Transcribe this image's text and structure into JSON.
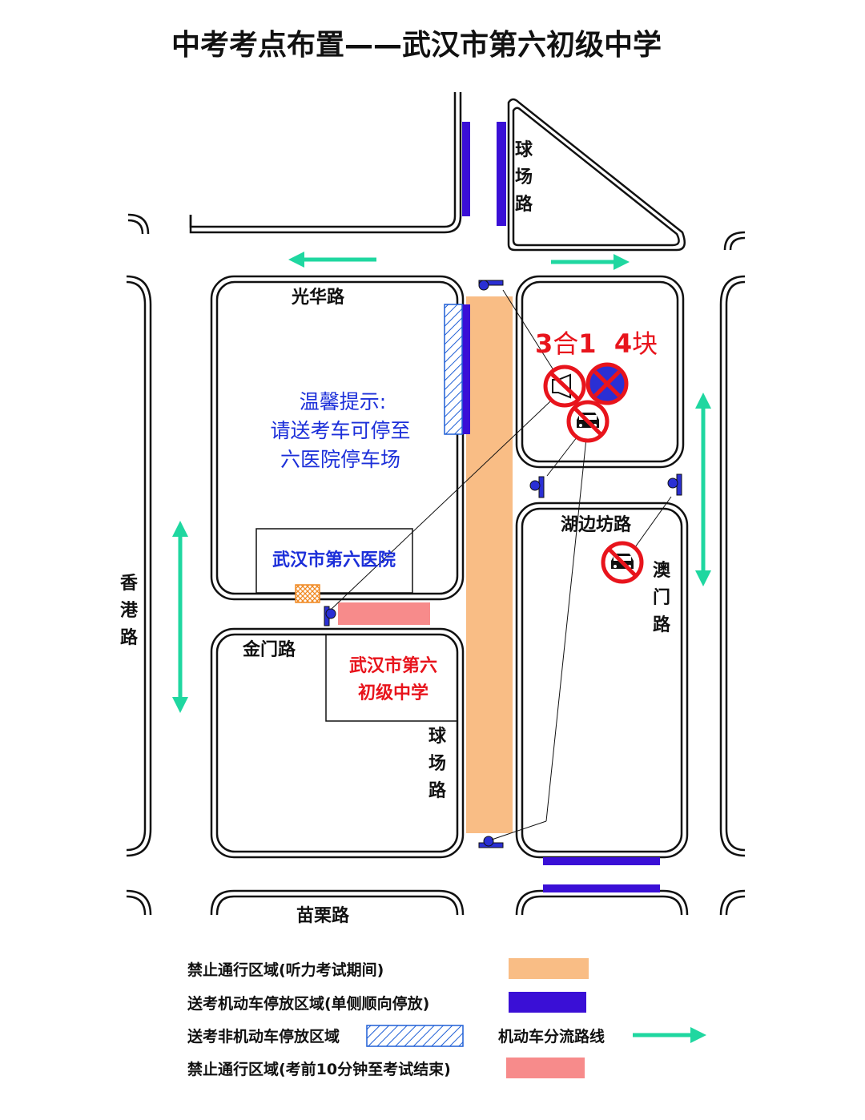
{
  "title": "中考考点布置——武汉市第六初级中学",
  "roads": {
    "qiuchang_north": "球场路",
    "qiuchang_south": "球场路",
    "guanghua": "光华路",
    "xianggang": "香港路",
    "hubianfang": "湖边坊路",
    "aomen": "澳门路",
    "jinmen": "金门路",
    "miaoli": "苗栗路"
  },
  "tip": {
    "line1": "温馨提示:",
    "line2": "请送考车可停至",
    "line3": "六医院停车场"
  },
  "hospital": "武汉市第六医院",
  "school": {
    "line1": "武汉市第六",
    "line2": "初级中学"
  },
  "signs": {
    "label_part1": "3",
    "label_part2": "合",
    "label_part3": "1  4",
    "label_part4": "块",
    "icons": [
      "no-honking-icon",
      "no-parking-icon",
      "no-motor-vehicles-icon",
      "no-motor-vehicles-icon"
    ]
  },
  "legend": {
    "items": [
      {
        "label": "禁止通行区域(听力考试期间)",
        "color": "#f9bd85",
        "kind": "fill"
      },
      {
        "label": "送考机动车停放区域(单侧顺向停放)",
        "color": "#3a0fd6",
        "kind": "fill"
      },
      {
        "label": "送考非机动车停放区域",
        "color": "#1f5fd6",
        "kind": "hatch"
      },
      {
        "label": "禁止通行区域(考前10分钟至考试结束)",
        "color": "#f78b8b",
        "kind": "fill"
      }
    ],
    "diversion": {
      "label": "机动车分流路线",
      "color": "#1fd7a0"
    }
  },
  "colors": {
    "closed_listening": "#f9bd85",
    "motor_parking": "#3a0fd6",
    "bike_parking": "#1f5fd6",
    "closed_exam": "#f78b8b",
    "diversion": "#1fd7a0",
    "sign_red": "#e8141c",
    "sign_blue": "#2a2fd4",
    "tip_blue": "#1c2fd9",
    "hospital_blue": "#1c2fd9",
    "school_red": "#e8141c"
  }
}
